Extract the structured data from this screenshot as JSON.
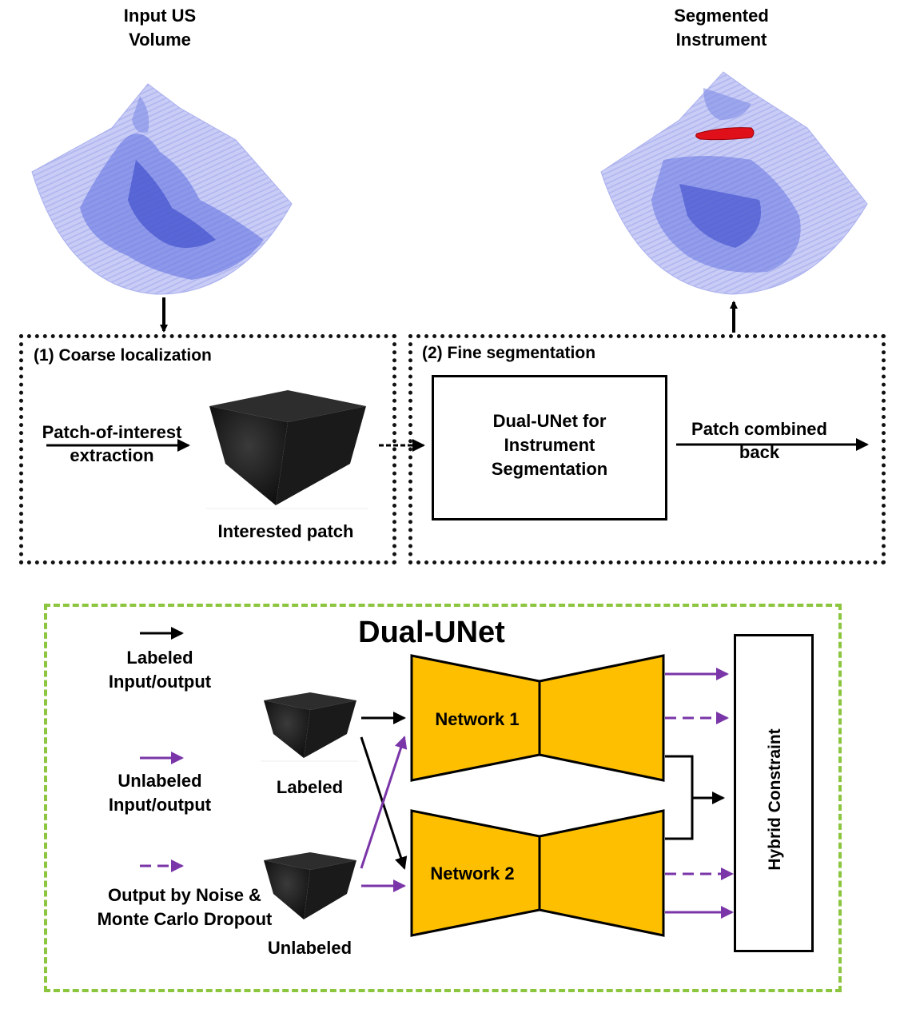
{
  "top": {
    "input_label": [
      "Input US",
      "Volume"
    ],
    "output_label": [
      "Segmented",
      "Instrument"
    ]
  },
  "stage1": {
    "title": "(1) Coarse localization",
    "arrow_label": [
      "Patch-of-interest",
      "extraction"
    ],
    "patch_label": "Interested patch"
  },
  "stage2": {
    "title": "(2) Fine segmentation",
    "model_label": [
      "Dual-UNet for",
      "Instrument",
      "Segmentation"
    ],
    "arrow_label": [
      "Patch combined",
      "back"
    ]
  },
  "dual_unet": {
    "title": "Dual-UNet",
    "legend": {
      "labeled": [
        "Labeled",
        "Input/output"
      ],
      "unlabeled": [
        "Unlabeled",
        "Input/output"
      ],
      "noise": [
        "Output by Noise &",
        "Monte Carlo Dropout"
      ]
    },
    "labeled_patch": "Labeled",
    "unlabeled_patch": "Unlabeled",
    "network1": "Network 1",
    "network2": "Network 2",
    "constraint": "Hybrid Constraint"
  },
  "colors": {
    "volume_blue": "#5d6ee0",
    "instrument_red": "#e0101a",
    "network_fill": "#fdbf00",
    "unlabeled_arrow": "#7a35a8",
    "green_border": "#8cc63f"
  }
}
